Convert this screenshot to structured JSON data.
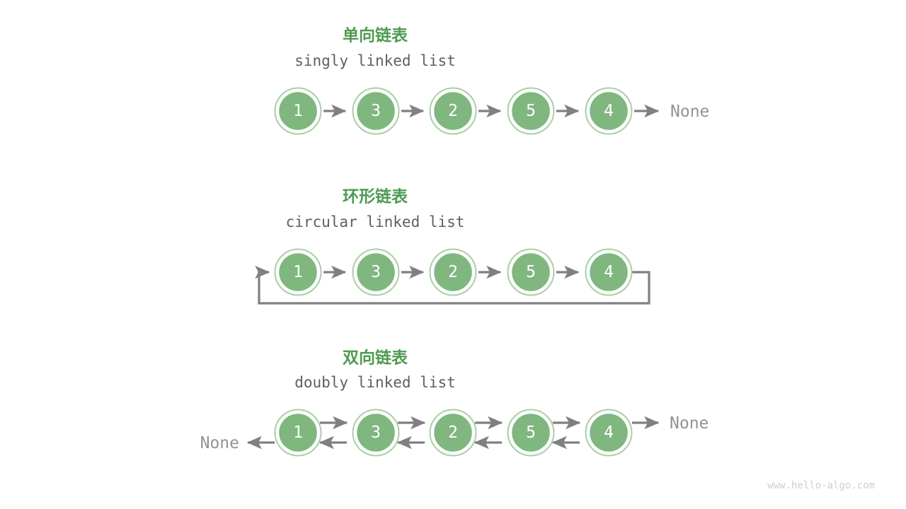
{
  "page": {
    "background": "#ffffff",
    "watermark": "www.hello-algo.com"
  },
  "colors": {
    "title_green": "#4e9a51",
    "node_fill": "#7fb77f",
    "node_ring": "#a8d0a4",
    "arrow_gray": "#808080",
    "subtitle_gray": "#5f5f5f",
    "none_gray": "#939393",
    "watermark_gray": "#cfcfcf"
  },
  "sections": [
    {
      "id": "singly",
      "title_cn": "单向链表",
      "title_en": "singly linked list",
      "nodes": [
        "1",
        "3",
        "2",
        "5",
        "4"
      ],
      "tail_label": "None",
      "head_label": "",
      "loop": false,
      "bidirectional": false
    },
    {
      "id": "circular",
      "title_cn": "环形链表",
      "title_en": "circular linked list",
      "nodes": [
        "1",
        "3",
        "2",
        "5",
        "4"
      ],
      "tail_label": "",
      "head_label": "",
      "loop": true,
      "bidirectional": false
    },
    {
      "id": "doubly",
      "title_cn": "双向链表",
      "title_en": "doubly linked list",
      "nodes": [
        "1",
        "3",
        "2",
        "5",
        "4"
      ],
      "tail_label": "None",
      "head_label": "None",
      "loop": false,
      "bidirectional": true
    }
  ]
}
